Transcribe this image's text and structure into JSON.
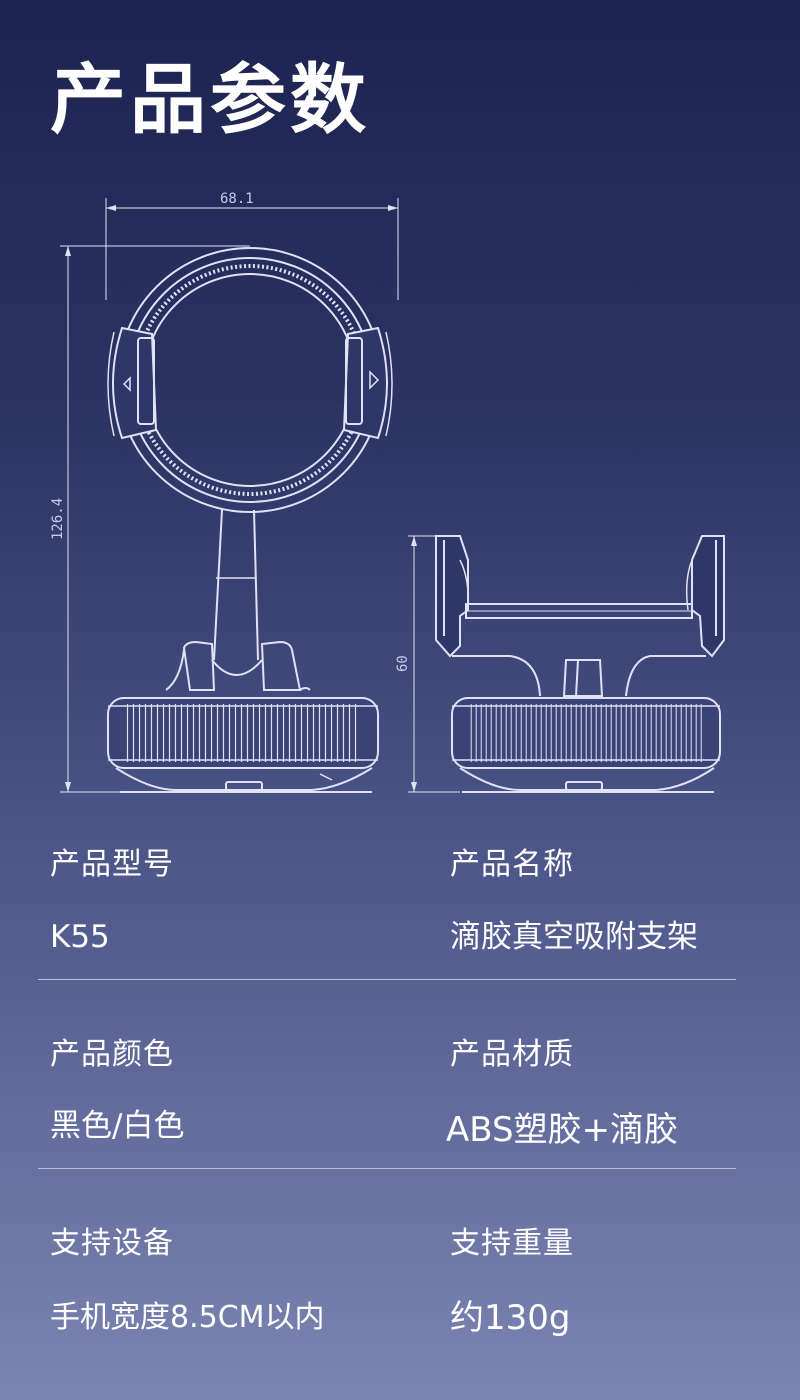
{
  "page_title": "产品参数",
  "drawing": {
    "width_dim": "68.1",
    "height_dim": "126.4",
    "side_height_dim": "60"
  },
  "specs": [
    {
      "label": "产品型号",
      "value": "K55"
    },
    {
      "label": "产品名称",
      "value": "滴胶真空吸附支架"
    },
    {
      "label": "产品颜色",
      "value": "黑色/白色"
    },
    {
      "label": "产品材质",
      "value": "ABS塑胶+滴胶"
    },
    {
      "label": "支持设备",
      "value": "手机宽度8.5CM以内"
    },
    {
      "label": "支持重量",
      "value": "约130g"
    }
  ],
  "colors": {
    "line": "#dfe2f5",
    "background_top": "#1d2350",
    "background_bottom": "#7c84b2"
  }
}
